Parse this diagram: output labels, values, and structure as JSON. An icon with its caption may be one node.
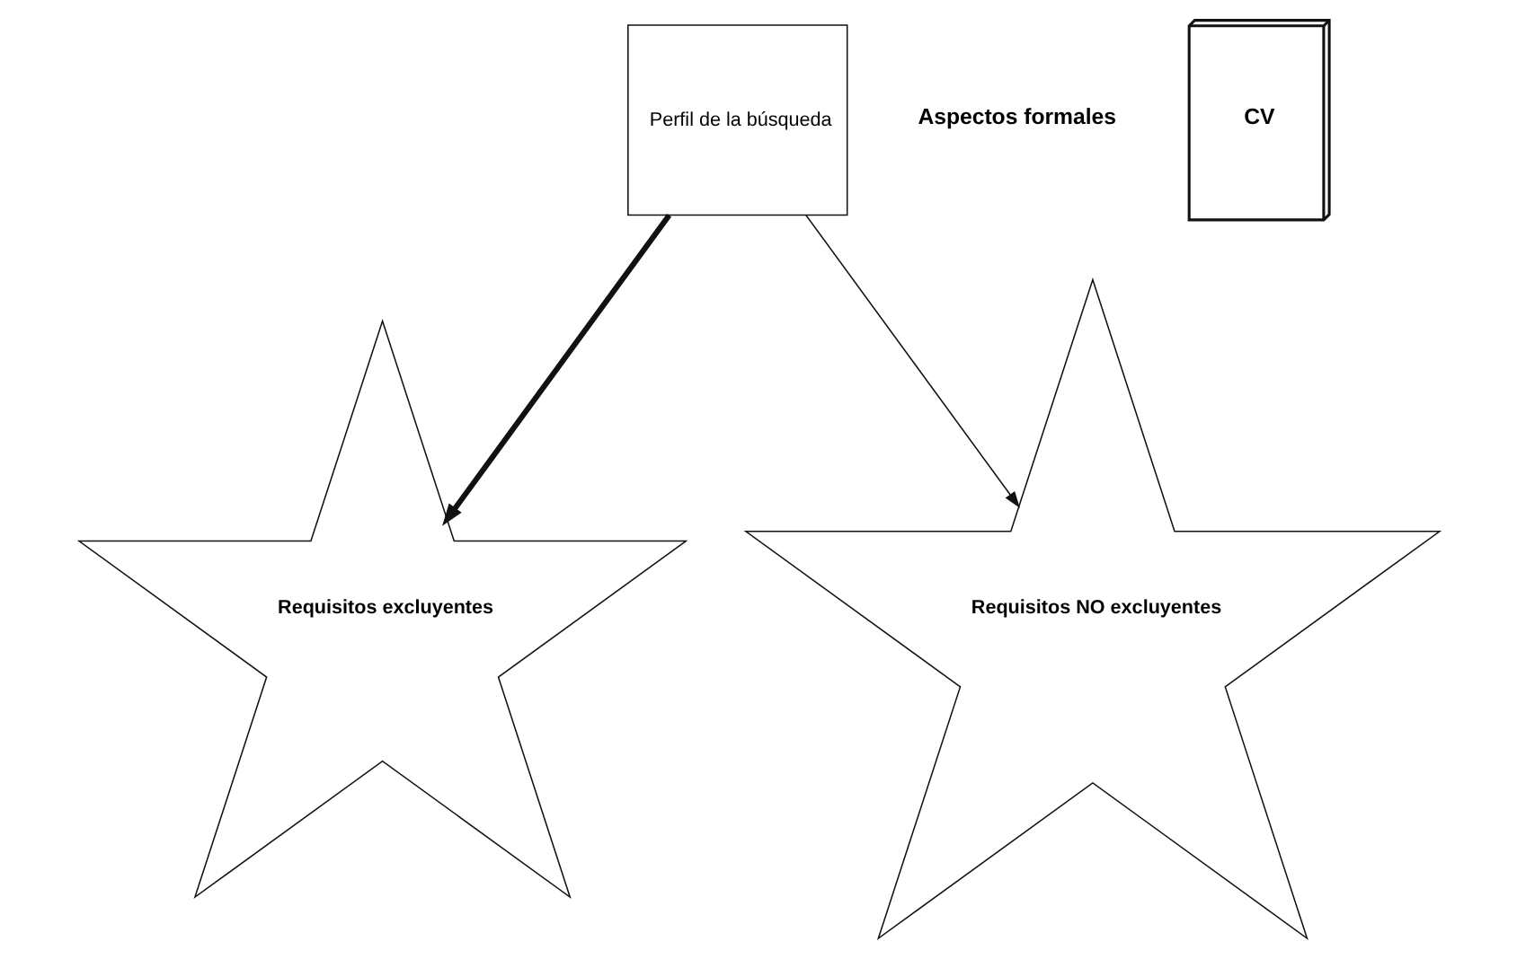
{
  "diagram": {
    "nodes": [
      {
        "text": [
          "Perfil de la búsqueda"
        ]
      },
      {
        "text": [
          "Requisitos excluyentes"
        ]
      },
      {
        "text": [
          "Requisitos NO excluyentes"
        ]
      },
      {
        "text": [
          "CV"
        ]
      }
    ],
    "edges": [
      {
        "from": 0,
        "to": 1,
        "arrow": "to",
        "style": "thick"
      },
      {
        "from": 0,
        "to": 2,
        "arrow": "to"
      }
    ],
    "labels": [
      "Aspectos formales"
    ]
  }
}
